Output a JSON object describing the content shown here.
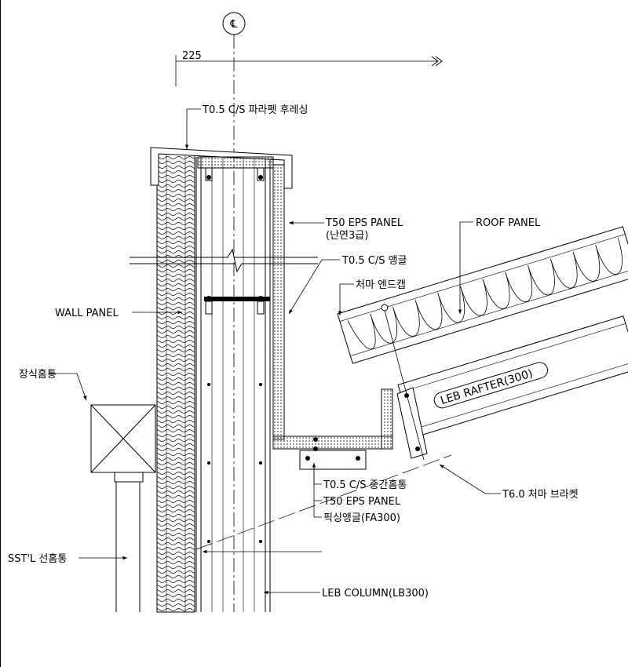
{
  "drawing": {
    "centerline_symbol": "℄",
    "dimension": "225",
    "labels": {
      "parapet_flashing": "T0.5 C/S 파라펫 후레싱",
      "eps_panel_top": "T50 EPS PANEL",
      "eps_panel_grade": "(난연3급)",
      "roof_panel": "ROOF PANEL",
      "cs_angle": "T0.5 C/S 앵글",
      "eave_endcap": "처마 엔드캡",
      "wall_panel": "WALL PANEL",
      "decorative_gutter": "장식홈통",
      "rafter": "LEB RAFTER(300)",
      "middle_gutter": "T0.5 C/S 중간홈통",
      "eps_panel_bottom": "T50 EPS PANEL",
      "fixing_angle": "픽싱앵글(FA300)",
      "eave_bracket": "T6.0 처마 브라켓",
      "downpipe": "SST'L 선홈통",
      "column": "LEB COLUMN(LB300)"
    }
  }
}
